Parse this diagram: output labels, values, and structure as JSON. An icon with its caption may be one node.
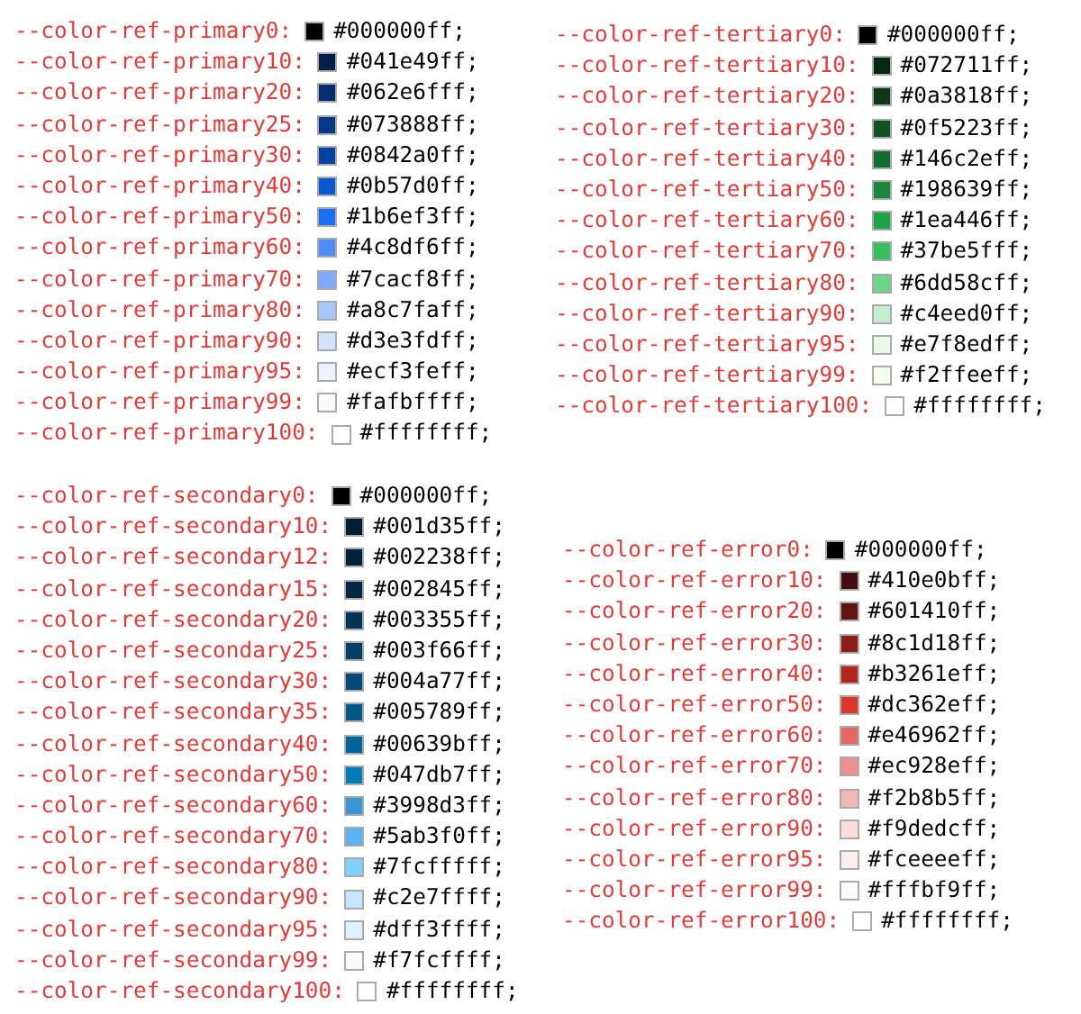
{
  "diagram": {
    "legend": [
      {
        "text": "--color-ref-primary0: #000000ff;",
        "color": "#000000"
      },
      {
        "text": "--color-ref-primary10: #041e49ff;",
        "color": "#041e49"
      },
      {
        "text": "--color-ref-primary20: #062e6fff;",
        "color": "#062e6f"
      },
      {
        "text": "--color-ref-primary25: #073888ff;",
        "color": "#073888"
      },
      {
        "text": "--color-ref-primary30: #0842a0ff;",
        "color": "#0842a0"
      },
      {
        "text": "--color-ref-primary40: #0b57d0ff;",
        "color": "#0b57d0"
      },
      {
        "text": "--color-ref-primary50: #1b6ef3ff;",
        "color": "#1b6ef3"
      },
      {
        "text": "--color-ref-primary60: #4c8df6ff;",
        "color": "#4c8df6"
      },
      {
        "text": "--color-ref-primary70: #7cacf8ff;",
        "color": "#7cacf8"
      },
      {
        "text": "--color-ref-primary80: #a8c7faff;",
        "color": "#a8c7fa"
      },
      {
        "text": "--color-ref-primary90: #d3e3fdff;",
        "color": "#d3e3fd"
      },
      {
        "text": "--color-ref-primary95: #ecf3feff;",
        "color": "#ecf3fe"
      },
      {
        "text": "--color-ref-primary99: #fafbffff;",
        "color": "#fafbff"
      },
      {
        "text": "--color-ref-primary100: #ffffffff;",
        "color": "#ffffff"
      },
      {
        "text": "--color-ref-tertiary0: #000000ff;",
        "color": "#000000"
      },
      {
        "text": "--color-ref-tertiary10: #072711ff;",
        "color": "#072711"
      },
      {
        "text": "--color-ref-tertiary20: #0a3818ff;",
        "color": "#0a3818"
      },
      {
        "text": "--color-ref-tertiary30: #0f5223ff;",
        "color": "#0f5223"
      },
      {
        "text": "--color-ref-tertiary40: #146c2eff;",
        "color": "#146c2e"
      },
      {
        "text": "--color-ref-tertiary50: #198639ff;",
        "color": "#198639"
      },
      {
        "text": "--color-ref-tertiary60: #1ea446ff;",
        "color": "#1ea446"
      },
      {
        "text": "--color-ref-tertiary70: #37be5fff;",
        "color": "#37be5f"
      },
      {
        "text": "--color-ref-tertiary80: #6dd58cff;",
        "color": "#6dd58c"
      },
      {
        "text": "--color-ref-tertiary90: #c4eed0ff;",
        "color": "#c4eed0"
      },
      {
        "text": "--color-ref-tertiary95: #e7f8edff;",
        "color": "#e7f8ed"
      },
      {
        "text": "--color-ref-tertiary99: #f2ffeeff;",
        "color": "#f2ffee"
      },
      {
        "text": "--color-ref-tertiary100: #ffffffff;",
        "color": "#ffffff"
      },
      {
        "text": "--color-ref-secondary0: #000000ff;",
        "color": "#000000"
      },
      {
        "text": "--color-ref-secondary10: #001d35ff;",
        "color": "#001d35"
      },
      {
        "text": "--color-ref-secondary12: #002238ff;",
        "color": "#002238"
      },
      {
        "text": "--color-ref-secondary15: #002845ff;",
        "color": "#002845"
      },
      {
        "text": "--color-ref-secondary20: #003355ff;",
        "color": "#003355"
      },
      {
        "text": "--color-ref-secondary25: #003f66ff;",
        "color": "#003f66"
      },
      {
        "text": "--color-ref-secondary30: #004a77ff;",
        "color": "#004a77"
      },
      {
        "text": "--color-ref-secondary35: #005789ff;",
        "color": "#005789"
      },
      {
        "text": "--color-ref-secondary40: #00639bff;",
        "color": "#00639b"
      },
      {
        "text": "--color-ref-secondary50: #047db7ff;",
        "color": "#047db7"
      },
      {
        "text": "--color-ref-secondary60: #3998d3ff;",
        "color": "#3998d3"
      },
      {
        "text": "--color-ref-secondary70: #5ab3f0ff;",
        "color": "#5ab3f0"
      },
      {
        "text": "--color-ref-secondary80: #7fcfffff;",
        "color": "#7fcfff"
      },
      {
        "text": "--color-ref-secondary90: #c2e7ffff;",
        "color": "#c2e7ff"
      },
      {
        "text": "--color-ref-secondary95: #dff3ffff;",
        "color": "#dff3ff"
      },
      {
        "text": "--color-ref-secondary99: #f7fcffff;",
        "color": "#f7fcff"
      },
      {
        "text": "--color-ref-secondary100: #ffffffff;",
        "color": "#ffffff"
      },
      {
        "text": "--color-ref-error0: #000000ff;",
        "color": "#000000"
      },
      {
        "text": "--color-ref-error10: #410e0bff;",
        "color": "#410e0b"
      },
      {
        "text": "--color-ref-error20: #601410ff;",
        "color": "#601410"
      },
      {
        "text": "--color-ref-error30: #8c1d18ff;",
        "color": "#8c1d18"
      },
      {
        "text": "--color-ref-error40: #b3261eff;",
        "color": "#b3261e"
      },
      {
        "text": "--color-ref-error50: #dc362eff;",
        "color": "#dc362e"
      },
      {
        "text": "--color-ref-error60: #e46962ff;",
        "color": "#e46962"
      },
      {
        "text": "--color-ref-error70: #ec928eff;",
        "color": "#ec928e"
      },
      {
        "text": "--color-ref-error80: #f2b8b5ff;",
        "color": "#f2b8b5"
      },
      {
        "text": "--color-ref-error90: #f9dedcff;",
        "color": "#f9dedc"
      },
      {
        "text": "--color-ref-error95: #fceeeeff;",
        "color": "#fceeee"
      },
      {
        "text": "--color-ref-error99: #fffbf9ff;",
        "color": "#fffbf9"
      },
      {
        "text": "--color-ref-error100: #ffffffff;",
        "color": "#ffffff"
      }
    ]
  }
}
